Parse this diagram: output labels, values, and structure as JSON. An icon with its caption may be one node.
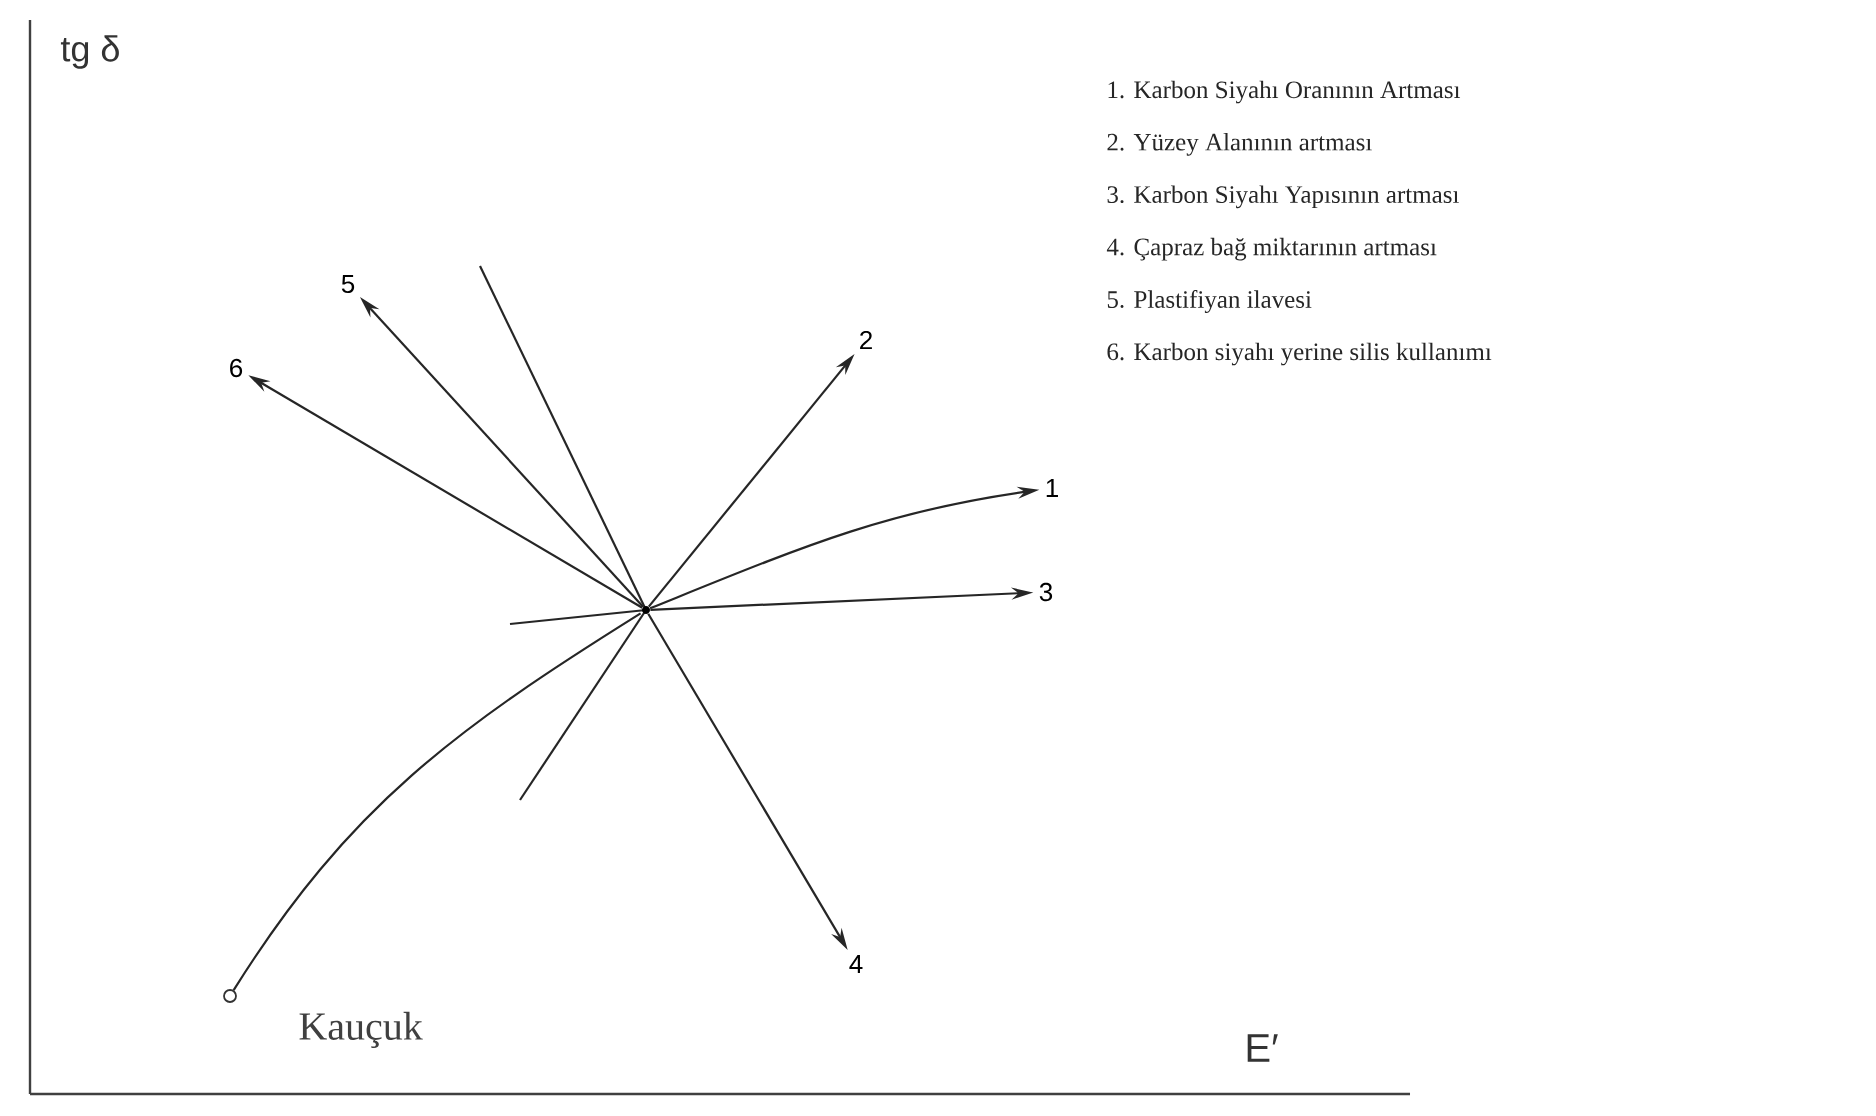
{
  "diagram": {
    "nodes": [
      {
        "text": [],
        "shape": "circle"
      },
      {
        "text": [
          "1"
        ]
      },
      {
        "text": [
          "2"
        ]
      },
      {
        "text": [
          "3"
        ]
      },
      {
        "text": [
          "4"
        ]
      },
      {
        "text": [
          "5"
        ]
      },
      {
        "text": [
          "6"
        ]
      },
      {
        "text": [],
        "shape": "circle",
        "beside": [
          "Kauçuk"
        ]
      }
    ],
    "edges": [
      {
        "from": 0,
        "to": 1,
        "arrow": "to"
      },
      {
        "from": 0,
        "to": 2,
        "arrow": "to"
      },
      {
        "from": 0,
        "to": 3,
        "arrow": "to"
      },
      {
        "from": 0,
        "to": 4,
        "arrow": "to"
      },
      {
        "from": 0,
        "to": 5,
        "arrow": "to"
      },
      {
        "from": 0,
        "to": 6,
        "arrow": "to"
      },
      {
        "from": 7,
        "to": 0,
        "arrow": "none"
      }
    ],
    "labels": [
      "tg δ",
      "E′",
      "1. Karbon Siyahı Oranının Artması",
      "2. Yüzey Alanının artması",
      "3. Karbon Siyahı Yapısının artması",
      "4. Çapraz bağ miktarının artması",
      "5. Plastifiyan ilavesi",
      "6. Karbon siyahı yerine silis kullanımı"
    ]
  }
}
